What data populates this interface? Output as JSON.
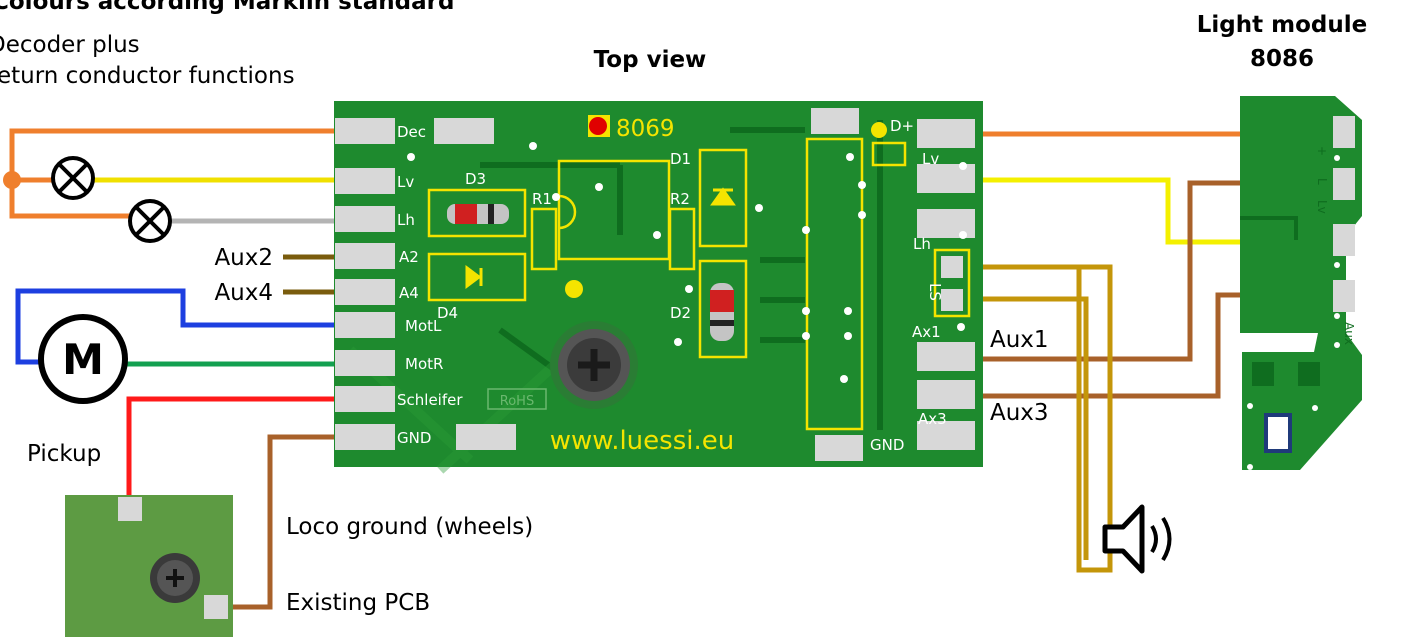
{
  "header": {
    "title": "Colours according Märklin standard",
    "subtitle_line1": "Decoder plus",
    "subtitle_line2": "return conductor functions",
    "top_view": "Top view",
    "light_module_line1": "Light module",
    "light_module_line2": "8086"
  },
  "decoder": {
    "model": "8069",
    "website": "www.luessi.eu",
    "rohs": "RoHS",
    "left_pins": [
      "Dec",
      "Lv",
      "Lh",
      "A2",
      "A4",
      "MotL",
      "MotR",
      "Schleifer",
      "GND"
    ],
    "right_pins": [
      "D+",
      "Lv",
      "Lh",
      "LS",
      "Ax1",
      "Ax3",
      "GND"
    ],
    "components": [
      "D3",
      "R1",
      "D1",
      "R2",
      "D4",
      "D2"
    ]
  },
  "labels": {
    "aux2": "Aux2",
    "aux4": "Aux4",
    "aux1": "Aux1",
    "aux3": "Aux3",
    "pickup": "Pickup",
    "loco_ground": "Loco ground (wheels)",
    "existing_pcb": "Existing PCB",
    "motor": "M"
  },
  "light_module": {
    "pad_labels": [
      "+",
      "L",
      "Lv",
      "Aux"
    ]
  },
  "wire_colors": {
    "orange": "#ef7f2d",
    "yellow": "#f0e000",
    "grey": "#b4b4b4",
    "olive": "#7a5c0d",
    "blue": "#1d3fe0",
    "green": "#13a050",
    "red": "#ff1a1a",
    "brown": "#a8612a",
    "gold": "#c4960a",
    "pcb_green": "#1e8a2e",
    "board_green": "#5d9b43"
  }
}
